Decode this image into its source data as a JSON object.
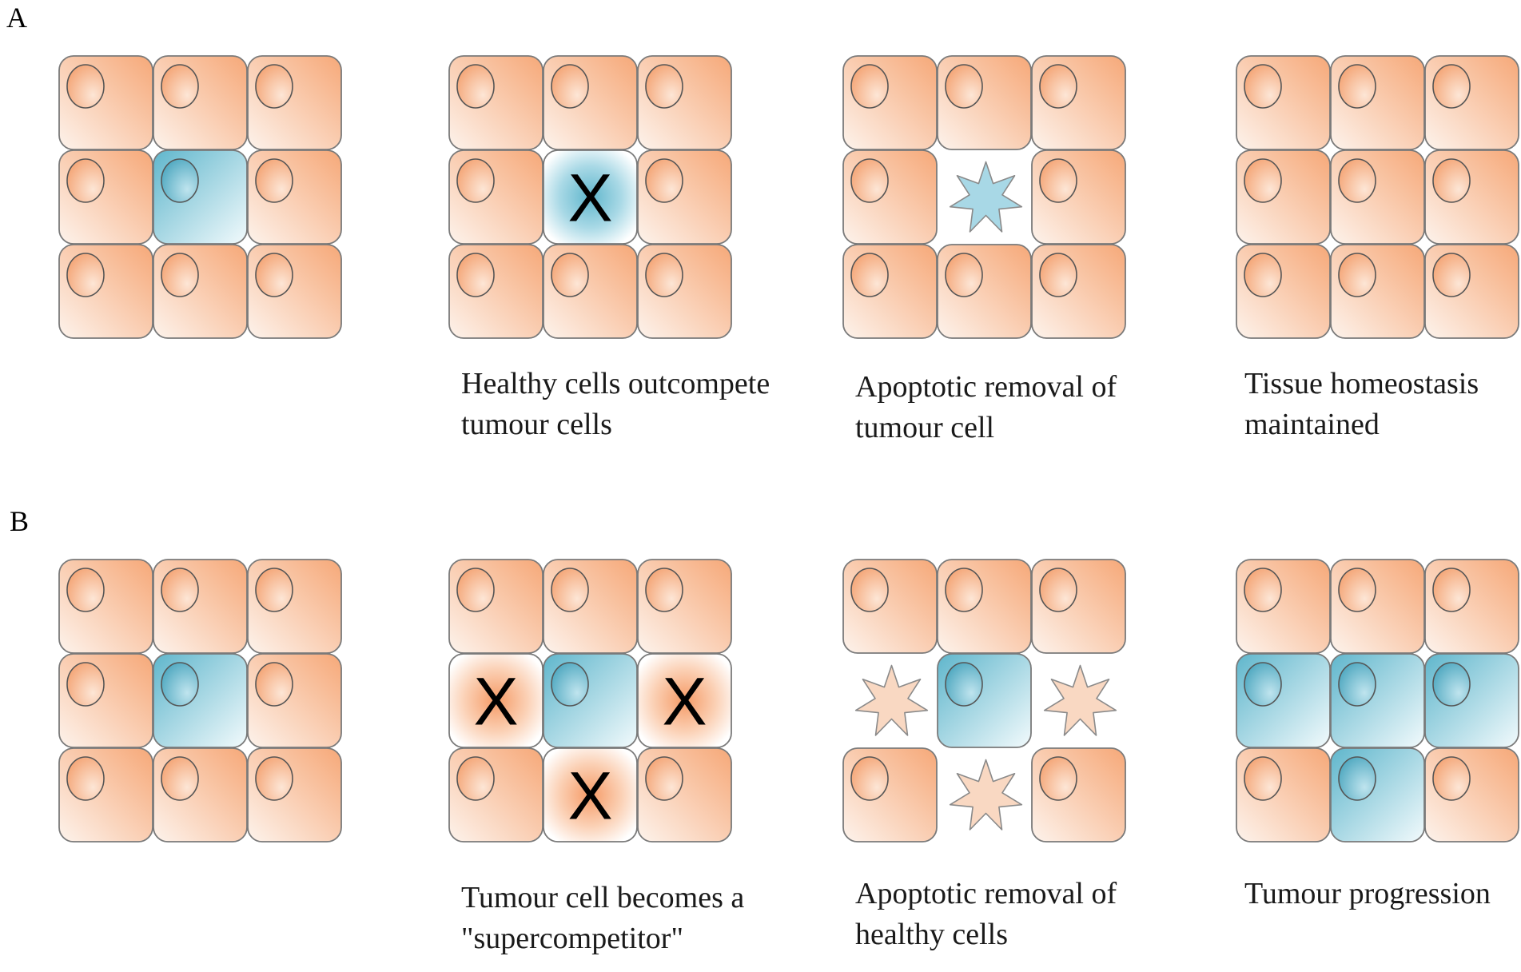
{
  "rows": [
    {
      "label": "A",
      "panels": [
        {
          "cells": [
            "h",
            "h",
            "h",
            "h",
            "t",
            "h",
            "h",
            "h",
            "h"
          ],
          "caption": []
        },
        {
          "cells": [
            "h",
            "h",
            "h",
            "h",
            "tx",
            "h",
            "h",
            "h",
            "h"
          ],
          "caption": [
            "Healthy cells outcompete",
            "tumour cells"
          ]
        },
        {
          "cells": [
            "h",
            "h",
            "h",
            "h",
            "ts",
            "h",
            "h",
            "h",
            "h"
          ],
          "caption": [
            "Apoptotic removal of",
            "tumour cell"
          ]
        },
        {
          "cells": [
            "h",
            "h",
            "h",
            "h",
            "h",
            "h",
            "h",
            "h",
            "h"
          ],
          "caption": [
            "Tissue homeostasis",
            "maintained"
          ]
        }
      ]
    },
    {
      "label": "B",
      "panels": [
        {
          "cells": [
            "h",
            "h",
            "h",
            "h",
            "t",
            "h",
            "h",
            "h",
            "h"
          ],
          "caption": []
        },
        {
          "cells": [
            "h",
            "h",
            "h",
            "hx",
            "t",
            "hx",
            "h",
            "hx",
            "h"
          ],
          "caption": [
            "Tumour cell becomes a",
            "\"supercompetitor\""
          ]
        },
        {
          "cells": [
            "h",
            "h",
            "h",
            "hs",
            "t",
            "hs",
            "h",
            "hs",
            "h"
          ],
          "caption": [
            "Apoptotic removal of",
            "healthy cells"
          ]
        },
        {
          "cells": [
            "h",
            "h",
            "h",
            "t",
            "t",
            "t",
            "h",
            "t",
            "h"
          ],
          "caption": [
            "Tumour progression"
          ]
        }
      ]
    }
  ],
  "x_mark": "X",
  "colors": {
    "healthy_light": "#fdf3ec",
    "healthy_dark": "#f6a878",
    "tumour_light": "#f2fafc",
    "tumour_dark": "#5fb6cc",
    "healthy_star": "#f9d8c2",
    "tumour_star": "#a8d8e6",
    "outline": "#7a7a7a"
  }
}
